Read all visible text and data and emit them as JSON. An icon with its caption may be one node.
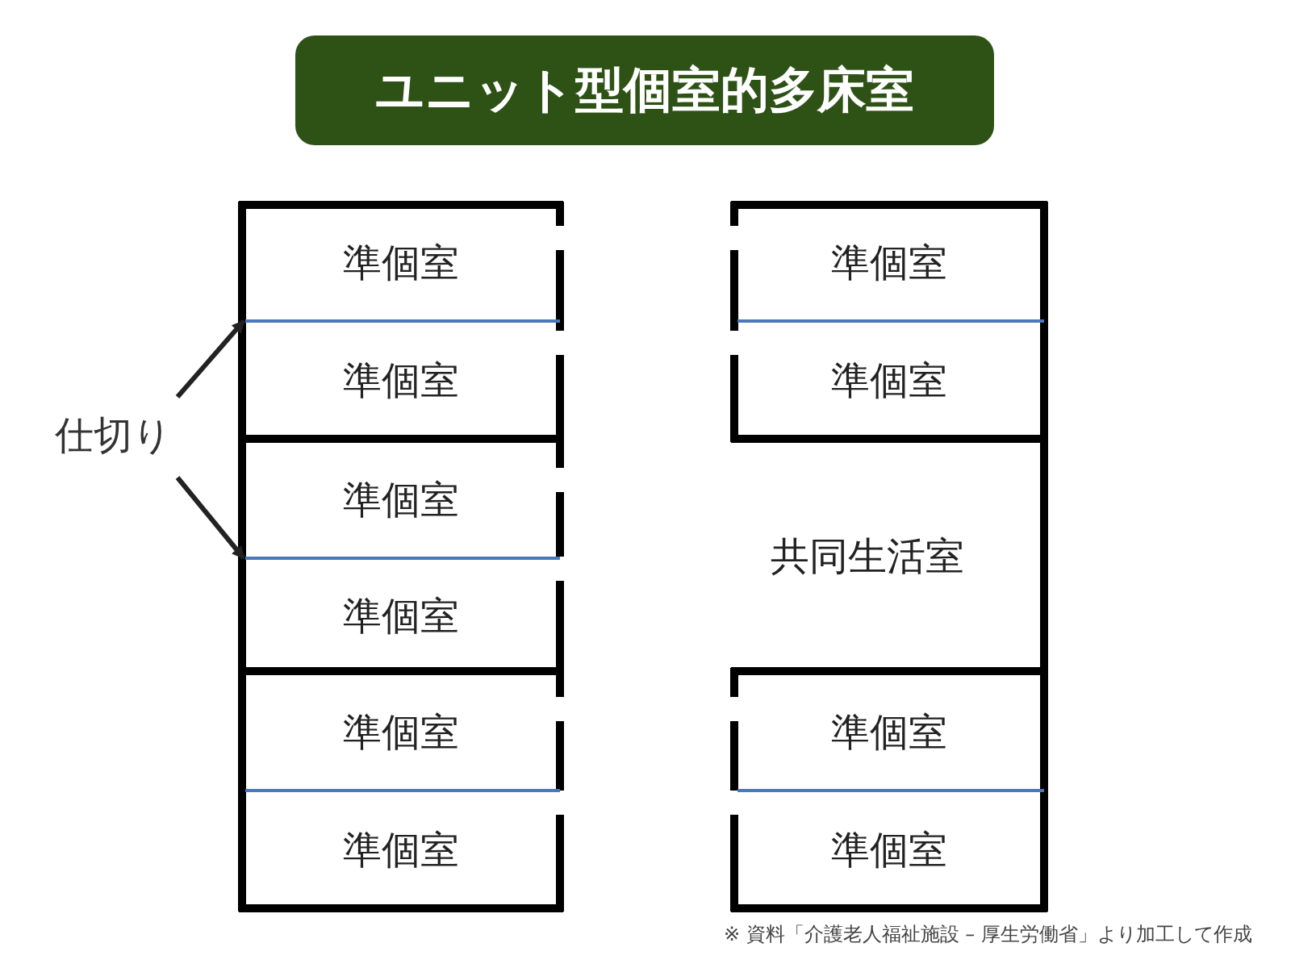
{
  "diagram": {
    "title": "ユニット型個室的多床室",
    "caption": "※ 資料「介護老人福祉施設 – 厚生労働省」より加工して作成",
    "nodes": [
      {
        "text": [
          "準個室"
        ]
      },
      {
        "text": [
          "準個室"
        ]
      },
      {
        "text": [
          "準個室"
        ]
      },
      {
        "text": [
          "準個室"
        ]
      },
      {
        "text": [
          "準個室"
        ]
      },
      {
        "text": [
          "準個室"
        ]
      },
      {
        "text": [
          "準個室"
        ]
      },
      {
        "text": [
          "準個室"
        ]
      },
      {
        "text": [
          "共同生活室"
        ]
      },
      {
        "text": [
          "準個室"
        ]
      },
      {
        "text": [
          "準個室"
        ]
      },
      {
        "text": [
          "仕切り"
        ]
      },
      {
        "text": [],
        "shape": "line"
      },
      {
        "text": [],
        "shape": "line"
      }
    ],
    "edges": [
      {
        "from": 11,
        "to": 12,
        "arrow": "to"
      },
      {
        "from": 11,
        "to": 13,
        "arrow": "to"
      }
    ]
  }
}
